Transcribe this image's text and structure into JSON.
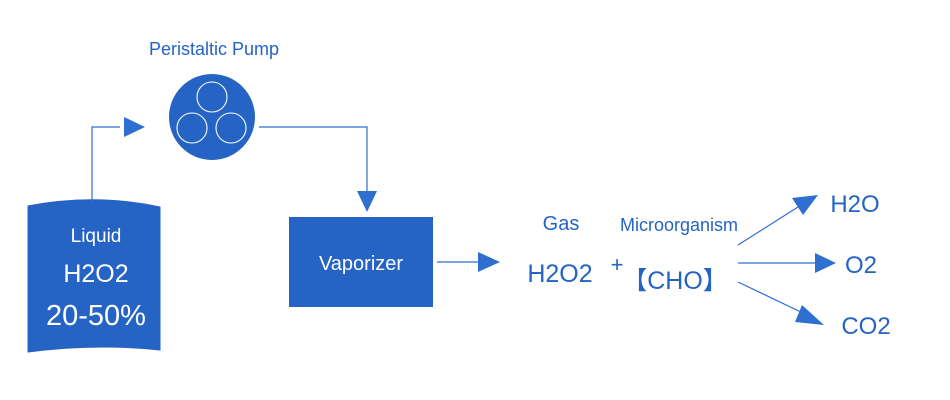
{
  "colors": {
    "primary": "#2563c4",
    "line": "#2f6fd0",
    "box_text": "#ffffff"
  },
  "pump": {
    "label": "Peristaltic Pump",
    "icon": "peristaltic-pump-icon"
  },
  "tank": {
    "line1": "Liquid",
    "line2": "H2O2",
    "line3": "20-50%"
  },
  "vaporizer": {
    "label": "Vaporizer"
  },
  "gas": {
    "label": "Gas",
    "formula": "H2O2"
  },
  "plus_sign": "+",
  "microorganism": {
    "label": "Microorganism",
    "formula": "【CHO】"
  },
  "products": {
    "h2o": "H2O",
    "o2": "O2",
    "co2": "CO2"
  }
}
